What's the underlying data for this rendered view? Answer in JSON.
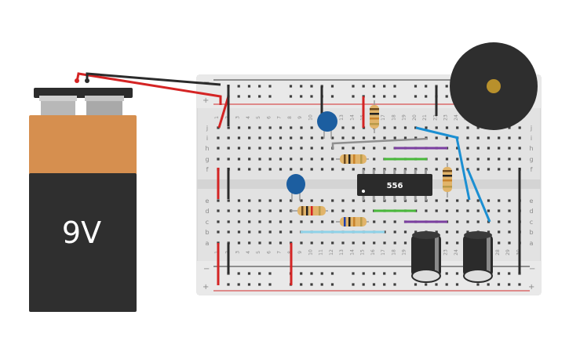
{
  "battery": {
    "label": "9V",
    "body_top": "#d68f4f",
    "body_bottom": "#2f2f2f",
    "terminal": "#b8b8b8",
    "cap": "#2c2c2c"
  },
  "chip": {
    "label": "556",
    "color": "#2b2b2b",
    "text_color": "#ffffff"
  },
  "board": {
    "rail_signs": {
      "minus": "−",
      "plus": "+"
    },
    "row_labels_top": [
      "j",
      "i",
      "h",
      "g",
      "f"
    ],
    "row_labels_bottom": [
      "e",
      "d",
      "c",
      "b",
      "a"
    ],
    "column_numbers": [
      "1",
      "2",
      "3",
      "4",
      "5",
      "6",
      "7",
      "8",
      "9",
      "10",
      "11",
      "12",
      "13",
      "14",
      "15",
      "16",
      "17",
      "18",
      "19",
      "20",
      "21",
      "22",
      "23",
      "24",
      "25",
      "26",
      "27",
      "28",
      "29",
      "30"
    ],
    "colors": {
      "board": "#e2e2e2",
      "rail_red": "#d42a2a",
      "rail_black": "#333333",
      "hole": "#3e3e3e"
    }
  },
  "wires": {
    "red": "#d42424",
    "black": "#2b2b2b",
    "blue": "#1b8fd2",
    "green": "#49b83b",
    "purple": "#7b3fa0",
    "gray": "#8f8f8f",
    "light_blue": "#8fd2e8"
  },
  "buzzer": {
    "color": "#2e2e2e",
    "center": "#b8902c"
  },
  "capacitor_colors": {
    "ceramic": "#1c5ea0",
    "electrolytic": "#2b2b2b"
  },
  "resistor_color": "#e1b46a"
}
